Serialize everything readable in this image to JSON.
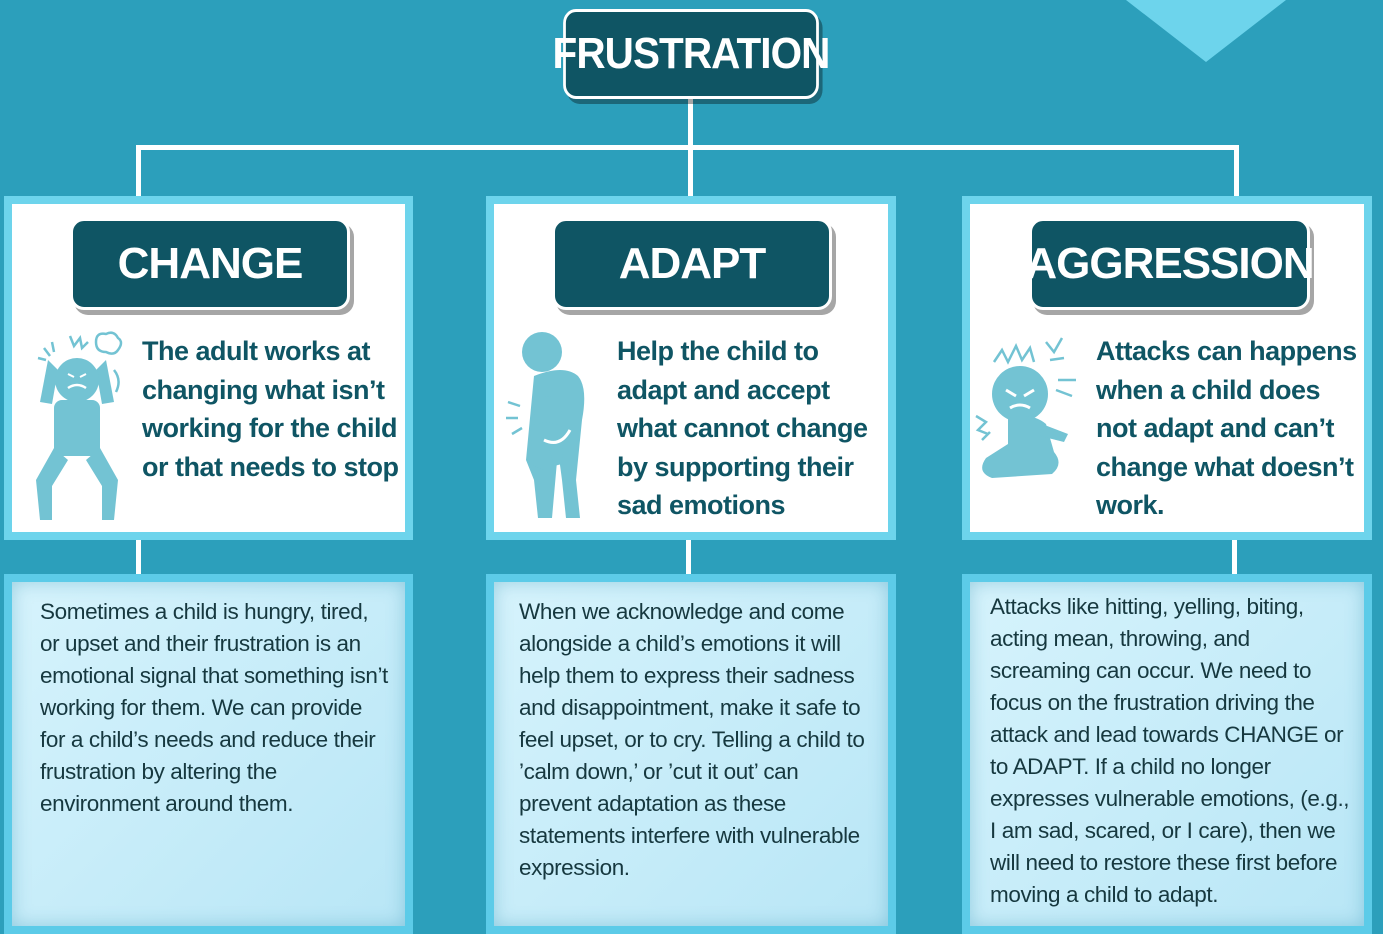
{
  "root": {
    "title": "FRUSTRATION"
  },
  "branches": [
    {
      "title": "CHANGE",
      "icon": "frustrated-child-icon",
      "summary": "The adult works at changing what isn’t working for the child or that needs to stop",
      "detail": "Sometimes a child is hungry, tired, or upset and their frustration is an emotional signal that something isn’t working for them. We can provide for a child’s needs and reduce their frustration by altering the environment around them."
    },
    {
      "title": "ADAPT",
      "icon": "adult-hugging-child-icon",
      "summary": "Help the child to adapt and accept what cannot change by supporting their sad emotions",
      "detail": "When we acknowledge and come alongside a child’s emotions it will help them to express their sadness and disappointment, make it safe to feel upset, or to cry. Telling a child to ’calm down,’ or ’cut it out’ can prevent adaptation as these statements interfere with vulnerable expression."
    },
    {
      "title": "AGGRESSION",
      "icon": "angry-child-icon",
      "summary": "Attacks can happens when a child does not adapt and can’t change what doesn’t work.",
      "detail": "Attacks like hitting, yelling, biting, acting mean, throwing, and screaming can occur. We need to focus on the frustration driving the attack and lead towards CHANGE or to ADAPT. If a child no longer expresses vulnerable emotions, (e.g., I am sad, scared,  or I care), then we will need to restore these first before moving a child to adapt."
    }
  ],
  "colors": {
    "background": "#2c9fbb",
    "title_box": "#0f5564",
    "frame": "#6dd4ec",
    "icon": "#73c3d3"
  }
}
